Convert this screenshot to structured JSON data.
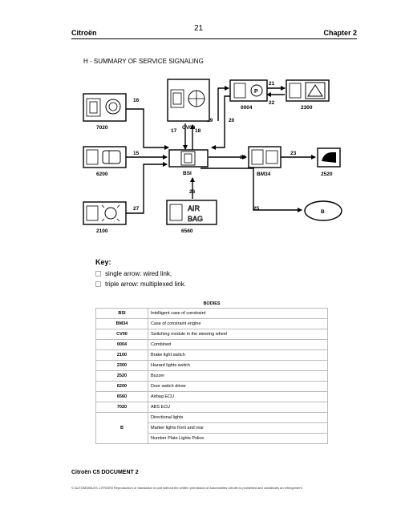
{
  "page_number": "21",
  "header": {
    "left": "Citroën",
    "right": "Chapter 2"
  },
  "section_title": "H - SUMMARY OF SERVICE SIGNALING",
  "diagram": {
    "nodes": {
      "n7020": "7020",
      "cv00": "CV00",
      "n0004": "0004",
      "n2300": "2300",
      "n6200": "6200",
      "bsi": "BSI",
      "bm34": "BM34",
      "n2520": "2520",
      "n2100": "2100",
      "n6560": "6560",
      "b": "B"
    },
    "links": [
      "16",
      "17",
      "18",
      "19",
      "20",
      "21",
      "22",
      "15",
      "24",
      "23",
      "26",
      "27",
      "25"
    ],
    "airbag_lines": [
      "AIR",
      "BAG"
    ]
  },
  "key": {
    "title": "Key:",
    "items": [
      "single arrow: wired link,",
      "triple arrow: multiplexed link."
    ]
  },
  "table": {
    "title": "BODIES",
    "rows": [
      {
        "code": "BSI",
        "desc": [
          "Intelligent case of constraint"
        ]
      },
      {
        "code": "BM34",
        "desc": [
          "Case of constraint engine"
        ]
      },
      {
        "code": "CV00",
        "desc": [
          "Switching module in the steering wheel"
        ]
      },
      {
        "code": "0004",
        "desc": [
          "Combined"
        ]
      },
      {
        "code": "2100",
        "desc": [
          "Brake light switch"
        ]
      },
      {
        "code": "2300",
        "desc": [
          "Hazard lights switch"
        ]
      },
      {
        "code": "2520",
        "desc": [
          "Buzzer"
        ]
      },
      {
        "code": "6200",
        "desc": [
          "Door switch driver"
        ]
      },
      {
        "code": "6560",
        "desc": [
          "Airbag ECU"
        ]
      },
      {
        "code": "7020",
        "desc": [
          "ABS ECU"
        ]
      },
      {
        "code": "B",
        "desc": [
          "Directional lights",
          "Marker lights front and rear",
          "Number Plate Lights Police"
        ]
      }
    ]
  },
  "footer": {
    "doc": "Citroën C5 DOCUMENT 2",
    "copyright": "© AUTOMOBILES CITROËN Reproduction or translation in part without the written permission of Automobiles Citroën is prohibited and constitutes an infringement"
  }
}
